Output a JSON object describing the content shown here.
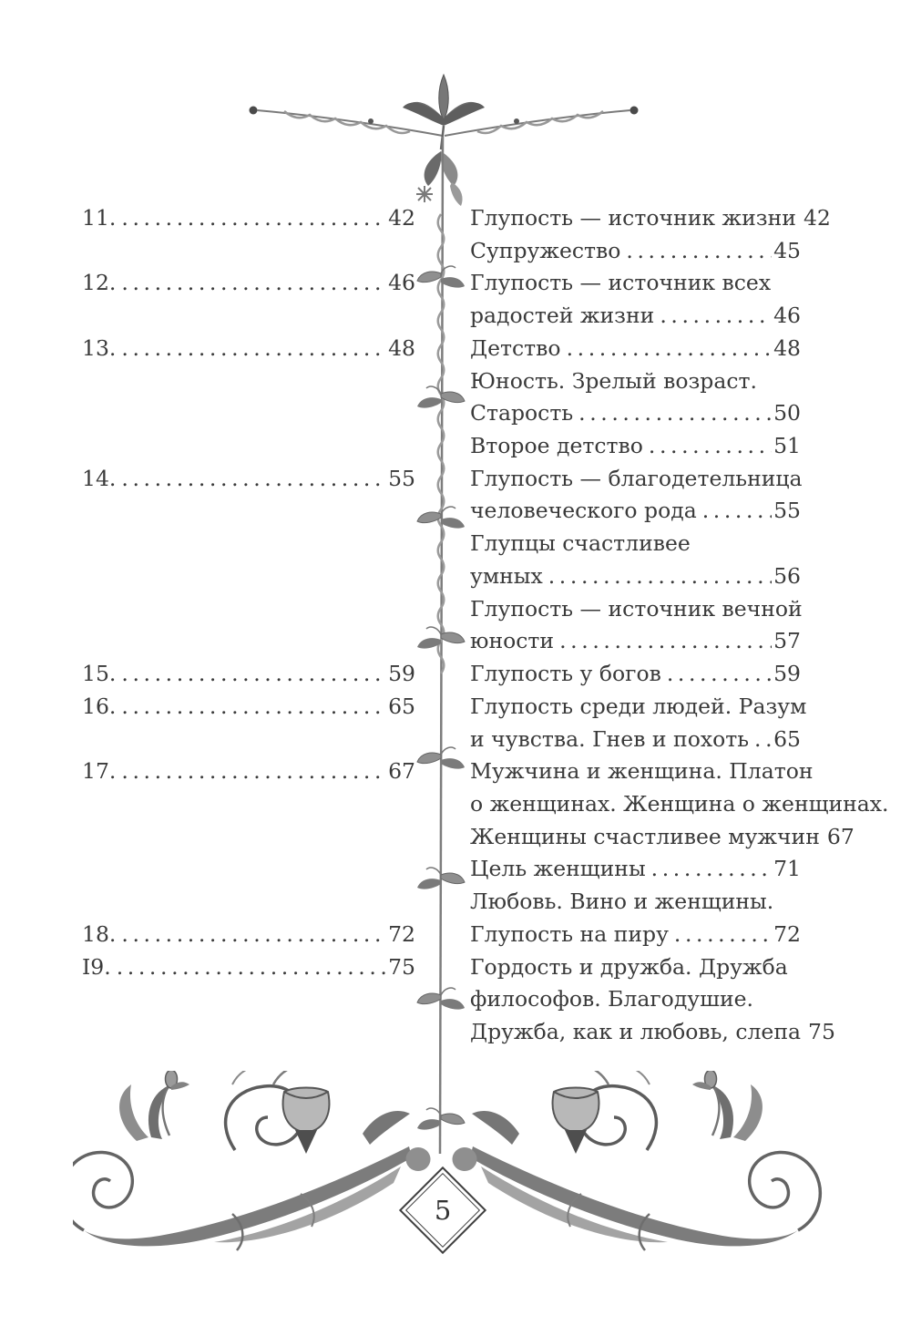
{
  "toc": {
    "left_entries": [
      {
        "label": "11.",
        "page": "42",
        "line": 0
      },
      {
        "label": "12.",
        "page": "46",
        "line": 2
      },
      {
        "label": "13.",
        "page": "48",
        "line": 4
      },
      {
        "label": "14.",
        "page": "55",
        "line": 8
      },
      {
        "label": "15.",
        "page": "59",
        "line": 14
      },
      {
        "label": "16.",
        "page": "65",
        "line": 15
      },
      {
        "label": "17.",
        "page": "67",
        "line": 17
      },
      {
        "label": "18.",
        "page": "72",
        "line": 22
      },
      {
        "label": "I9.",
        "page": "75",
        "line": 23
      }
    ],
    "right_lines": [
      {
        "text": "Глупость — источник жизни",
        "page": "42"
      },
      {
        "text": "Супружество",
        "page": "45"
      },
      {
        "text": "Глупость — источник всех",
        "page": null
      },
      {
        "text": "радостей жизни",
        "page": "46"
      },
      {
        "text": "Детство",
        "page": "48"
      },
      {
        "text": "Юность. Зрелый возраст.",
        "page": null
      },
      {
        "text": "Старость",
        "page": "50"
      },
      {
        "text": "Второе детство",
        "page": "51"
      },
      {
        "text": "Глупость — благодетельница",
        "page": null
      },
      {
        "text": "человеческого рода",
        "page": "55"
      },
      {
        "text": "Глупцы счастливее",
        "page": null
      },
      {
        "text": "умных",
        "page": "56"
      },
      {
        "text": "Глупость — источник вечной",
        "page": null
      },
      {
        "text": "юности",
        "page": "57"
      },
      {
        "text": "Глупость у богов",
        "page": "59"
      },
      {
        "text": "Глупость среди людей. Разум",
        "page": null
      },
      {
        "text": "и чувства. Гнев и похоть",
        "page": "65"
      },
      {
        "text": "Мужчина и женщина. Платон",
        "page": null
      },
      {
        "text": "о женщинах. Женщина о женщинах.",
        "page": null
      },
      {
        "text": "Женщины счастливее мужчин",
        "page": "67"
      },
      {
        "text": "Цель женщины",
        "page": "71"
      },
      {
        "text": "Любовь. Вино и женщины.",
        "page": null
      },
      {
        "text": "Глупость на пиру",
        "page": "72"
      },
      {
        "text": "Гордость и дружба. Дружба",
        "page": null
      },
      {
        "text": "философов. Благодушие.",
        "page": null
      },
      {
        "text": "Дружба, как и любовь, слепа",
        "page": "75"
      }
    ]
  },
  "footer": {
    "page_number": "5"
  },
  "ornaments": {
    "top": "top-garland-ornament",
    "center": "vine-stem-ornament",
    "bottom": "acanthus-flourish-ornament"
  },
  "colors": {
    "text": "#3a3a3a",
    "ornament_dark": "#5f5f5f",
    "ornament_mid": "#8a8a8a",
    "background": "#ffffff"
  }
}
